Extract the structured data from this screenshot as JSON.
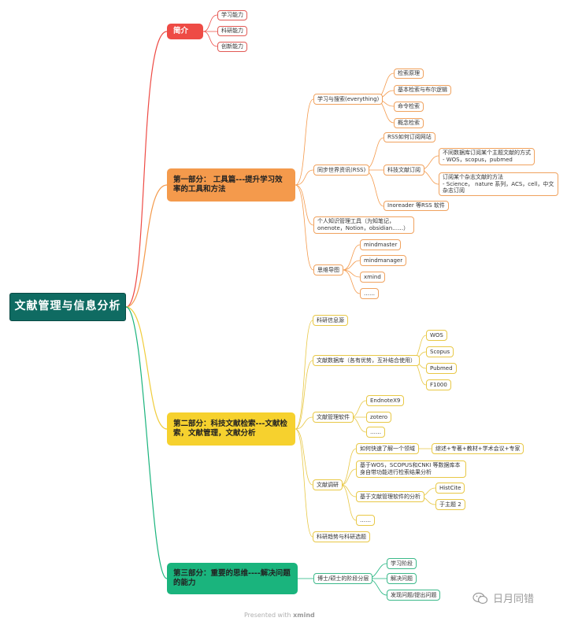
{
  "root": "文献管理与信息分析",
  "intro": {
    "label": "简介",
    "items": [
      "学习能力",
      "科研能力",
      "创新能力"
    ]
  },
  "part1": {
    "label": "第一部分： 工具篇---提升学习效率的工具和方法",
    "search": {
      "label": "学习与搜索(everything)",
      "items": [
        "检索原理",
        "基本检索与布尔逻辑",
        "命令检索",
        "概念检索"
      ]
    },
    "rss": {
      "label": "同步世界资讯(RSS)",
      "site": "RSS如何订阅网站",
      "sub_label": "科技文献订阅",
      "sub_items": [
        "不同数据库订阅某个主题文献的方式\n- WOS，scopus，pubmed",
        "订阅某个杂志文献的方法\n- Science，  nature 系列，ACS，cell，中文杂志订阅"
      ],
      "reader": "Inoreader 等RSS 软件"
    },
    "pkm": "个人知识管理工具（为知笔记，onenote，Notion，obsidian……）",
    "mindmap": {
      "label": "思维导图",
      "items": [
        "mindmaster",
        "mindmanager",
        "xmind",
        "……"
      ]
    }
  },
  "part2": {
    "label": "第二部分：科技文献检索---文献检索，文献管理，文献分析",
    "sources": "科研信息源",
    "db": {
      "label": "文献数据库（各有优势，互补结合使用）",
      "items": [
        "WOS",
        "Scopus",
        "Pubmed",
        "F1000"
      ]
    },
    "mgr": {
      "label": "文献管理软件",
      "items": [
        "EndnoteX9",
        "zotero",
        "……"
      ]
    },
    "research": {
      "label": "文献调研",
      "quick": "如何快速了解一个领域",
      "quick_detail": "综述+专著+教材+学术会议+专家",
      "builtin": "基于WOS，SCOPUS和CNKI 等数据库本身自带功能进行检索结果分析",
      "soft": "基于文献管理软件的分析",
      "soft_items": [
        "HistCite",
        "于主题 2"
      ],
      "more": "……"
    },
    "trend": "科研趋势与科研选题"
  },
  "part3": {
    "label": "第三部分：重要的思维----解决问题的能力",
    "stage": "博士/硕士的阶段分层",
    "items": [
      "学习阶段",
      "解决问题",
      "发现问题/提出问题"
    ]
  },
  "footer": {
    "prefix": "Presented with",
    "brand": "xmind"
  },
  "watermark": "日月同错",
  "colors": {
    "red": "#ee4b45",
    "orange": "#f49a4c",
    "yellow": "#f6d12e",
    "green": "#1ab47d",
    "root": "#0f6b62"
  }
}
